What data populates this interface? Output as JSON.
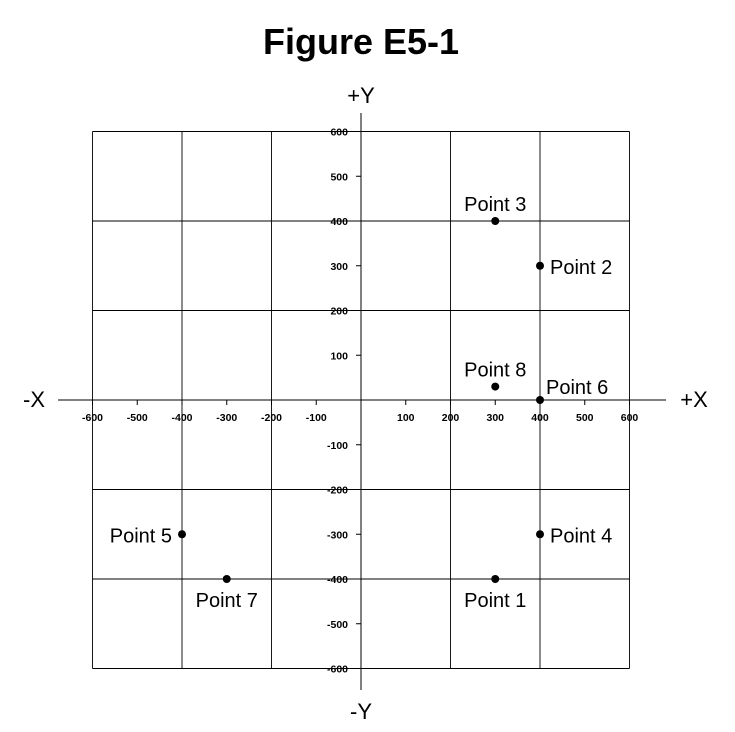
{
  "chart_data": {
    "type": "scatter",
    "title": "Figure E5-1",
    "axis_end_labels": {
      "x_neg": "-X",
      "x_pos": "+X",
      "y_pos": "+Y",
      "y_neg": "-Y"
    },
    "xlim": [
      -600,
      600
    ],
    "ylim": [
      -600,
      600
    ],
    "grid": true,
    "grid_step": 200,
    "x_ticks": [
      {
        "value": -600,
        "label": "-600"
      },
      {
        "value": -500,
        "label": "-500"
      },
      {
        "value": -400,
        "label": "-400"
      },
      {
        "value": -300,
        "label": "-300"
      },
      {
        "value": -200,
        "label": "-200"
      },
      {
        "value": -100,
        "label": "-100"
      },
      {
        "value": 100,
        "label": "100"
      },
      {
        "value": 200,
        "label": "200"
      },
      {
        "value": 300,
        "label": "300"
      },
      {
        "value": 400,
        "label": "400"
      },
      {
        "value": 500,
        "label": "500"
      },
      {
        "value": 600,
        "label": "600"
      }
    ],
    "y_ticks": [
      {
        "value": 600,
        "label": "600"
      },
      {
        "value": 500,
        "label": "500"
      },
      {
        "value": 400,
        "label": "400"
      },
      {
        "value": 300,
        "label": "300"
      },
      {
        "value": 200,
        "label": "200"
      },
      {
        "value": 100,
        "label": "100"
      },
      {
        "value": -100,
        "label": "-100"
      },
      {
        "value": -200,
        "label": "-200"
      },
      {
        "value": -300,
        "label": "-300"
      },
      {
        "value": -400,
        "label": "-400"
      },
      {
        "value": -500,
        "label": "-500"
      },
      {
        "value": -600,
        "label": "-600"
      }
    ],
    "points": [
      {
        "label": "Point 1",
        "x": 300,
        "y": -400,
        "label_pos": "below"
      },
      {
        "label": "Point 2",
        "x": 400,
        "y": 300,
        "label_pos": "right"
      },
      {
        "label": "Point 3",
        "x": 300,
        "y": 400,
        "label_pos": "above"
      },
      {
        "label": "Point 4",
        "x": 400,
        "y": -300,
        "label_pos": "right"
      },
      {
        "label": "Point 5",
        "x": -400,
        "y": -300,
        "label_pos": "left"
      },
      {
        "label": "Point 6",
        "x": 400,
        "y": 0,
        "label_pos": "above-right"
      },
      {
        "label": "Point 7",
        "x": -300,
        "y": -400,
        "label_pos": "below"
      },
      {
        "label": "Point 8",
        "x": 300,
        "y": 30,
        "label_pos": "above"
      }
    ]
  }
}
